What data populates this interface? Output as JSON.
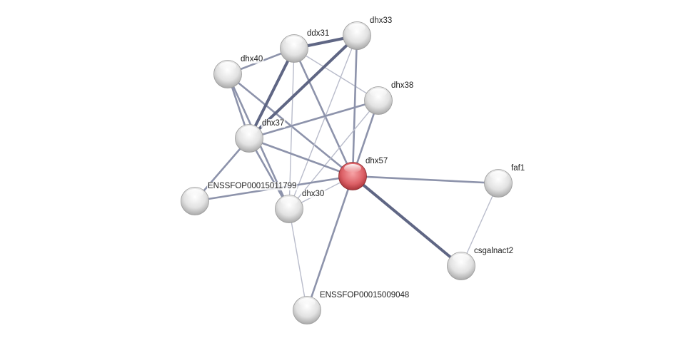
{
  "network": {
    "nodes": [
      {
        "id": "ddx31",
        "label": "ddx31",
        "query": false
      },
      {
        "id": "dhx33",
        "label": "dhx33",
        "query": false
      },
      {
        "id": "dhx40",
        "label": "dhx40",
        "query": false
      },
      {
        "id": "dhx38",
        "label": "dhx38",
        "query": false
      },
      {
        "id": "dhx37",
        "label": "dhx37",
        "query": false
      },
      {
        "id": "dhx57",
        "label": "dhx57",
        "query": true
      },
      {
        "id": "faf1",
        "label": "faf1",
        "query": false
      },
      {
        "id": "ENSSFOP00015011799",
        "label": "ENSSFOP00015011799",
        "query": false
      },
      {
        "id": "dhx30",
        "label": "dhx30",
        "query": false
      },
      {
        "id": "csgalnact2",
        "label": "csgalnact2",
        "query": false
      },
      {
        "id": "ENSSFOP00015009048",
        "label": "ENSSFOP00015009048",
        "query": false
      }
    ],
    "edges": [
      {
        "source": "dhx40",
        "target": "ddx31",
        "confidence": "medium"
      },
      {
        "source": "dhx40",
        "target": "dhx57",
        "confidence": "medium"
      },
      {
        "source": "dhx40",
        "target": "dhx37",
        "confidence": "medium"
      },
      {
        "source": "dhx40",
        "target": "dhx30",
        "confidence": "medium"
      },
      {
        "source": "ddx31",
        "target": "dhx33",
        "confidence": "high"
      },
      {
        "source": "ddx31",
        "target": "dhx37",
        "confidence": "high"
      },
      {
        "source": "ddx31",
        "target": "dhx30",
        "confidence": "low"
      },
      {
        "source": "ddx31",
        "target": "dhx57",
        "confidence": "medium"
      },
      {
        "source": "ddx31",
        "target": "dhx38",
        "confidence": "low"
      },
      {
        "source": "dhx33",
        "target": "dhx37",
        "confidence": "high"
      },
      {
        "source": "dhx33",
        "target": "dhx57",
        "confidence": "medium"
      },
      {
        "source": "dhx33",
        "target": "dhx30",
        "confidence": "low"
      },
      {
        "source": "dhx38",
        "target": "dhx37",
        "confidence": "medium"
      },
      {
        "source": "dhx38",
        "target": "dhx30",
        "confidence": "low"
      },
      {
        "source": "dhx38",
        "target": "dhx57",
        "confidence": "medium"
      },
      {
        "source": "dhx37",
        "target": "dhx57",
        "confidence": "medium"
      },
      {
        "source": "dhx37",
        "target": "dhx30",
        "confidence": "medium"
      },
      {
        "source": "dhx37",
        "target": "ENSSFOP00015011799",
        "confidence": "medium"
      },
      {
        "source": "ENSSFOP00015011799",
        "target": "dhx57",
        "confidence": "medium"
      },
      {
        "source": "dhx57",
        "target": "dhx30",
        "confidence": "low"
      },
      {
        "source": "dhx57",
        "target": "faf1",
        "confidence": "medium"
      },
      {
        "source": "dhx57",
        "target": "csgalnact2",
        "confidence": "high"
      },
      {
        "source": "dhx57",
        "target": "ENSSFOP00015009048",
        "confidence": "medium"
      },
      {
        "source": "dhx30",
        "target": "ENSSFOP00015009048",
        "confidence": "low"
      },
      {
        "source": "faf1",
        "target": "csgalnact2",
        "confidence": "low"
      }
    ],
    "colors": {
      "query_node": "#d9545a",
      "node": "#e4e4e4",
      "edge_high": "#5f6684",
      "edge_medium": "#8d93ab",
      "edge_low": "#b9bccb"
    }
  }
}
